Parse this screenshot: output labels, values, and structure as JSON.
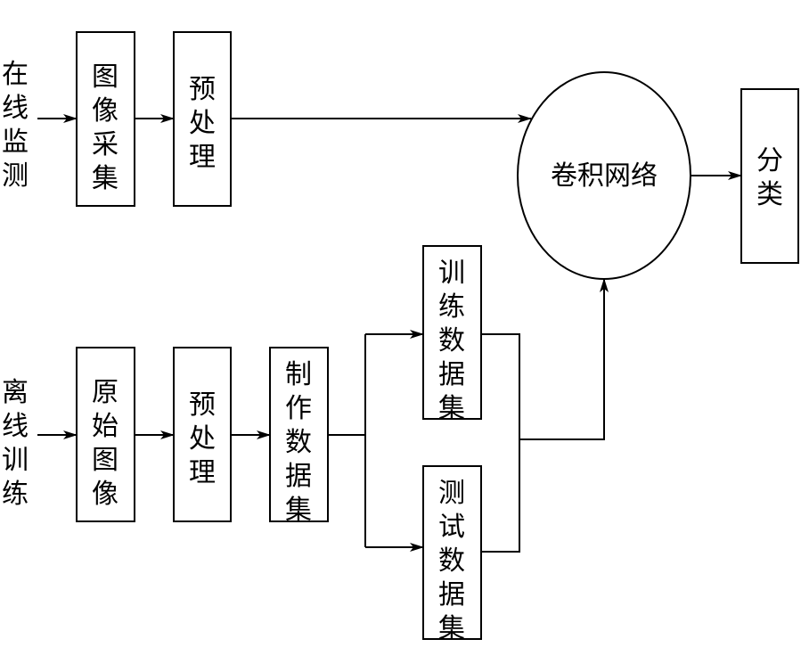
{
  "side_labels": {
    "online": [
      "在",
      "线",
      "监",
      "测"
    ],
    "offline": [
      "离",
      "线",
      "训",
      "练"
    ]
  },
  "boxes": {
    "image_capture": [
      "图",
      "像",
      "采",
      "集"
    ],
    "preprocess_top": [
      "预",
      "处",
      "理"
    ],
    "raw_image": [
      "原",
      "始",
      "图",
      "像"
    ],
    "preprocess_bottom": [
      "预",
      "处",
      "理"
    ],
    "make_dataset": [
      "制",
      "作",
      "数",
      "据",
      "集"
    ],
    "train_dataset": [
      "训",
      "练",
      "数",
      "据",
      "集"
    ],
    "test_dataset": [
      "测",
      "试",
      "数",
      "据",
      "集"
    ],
    "classify": [
      "分",
      "类"
    ]
  },
  "network_label": "卷积网络"
}
